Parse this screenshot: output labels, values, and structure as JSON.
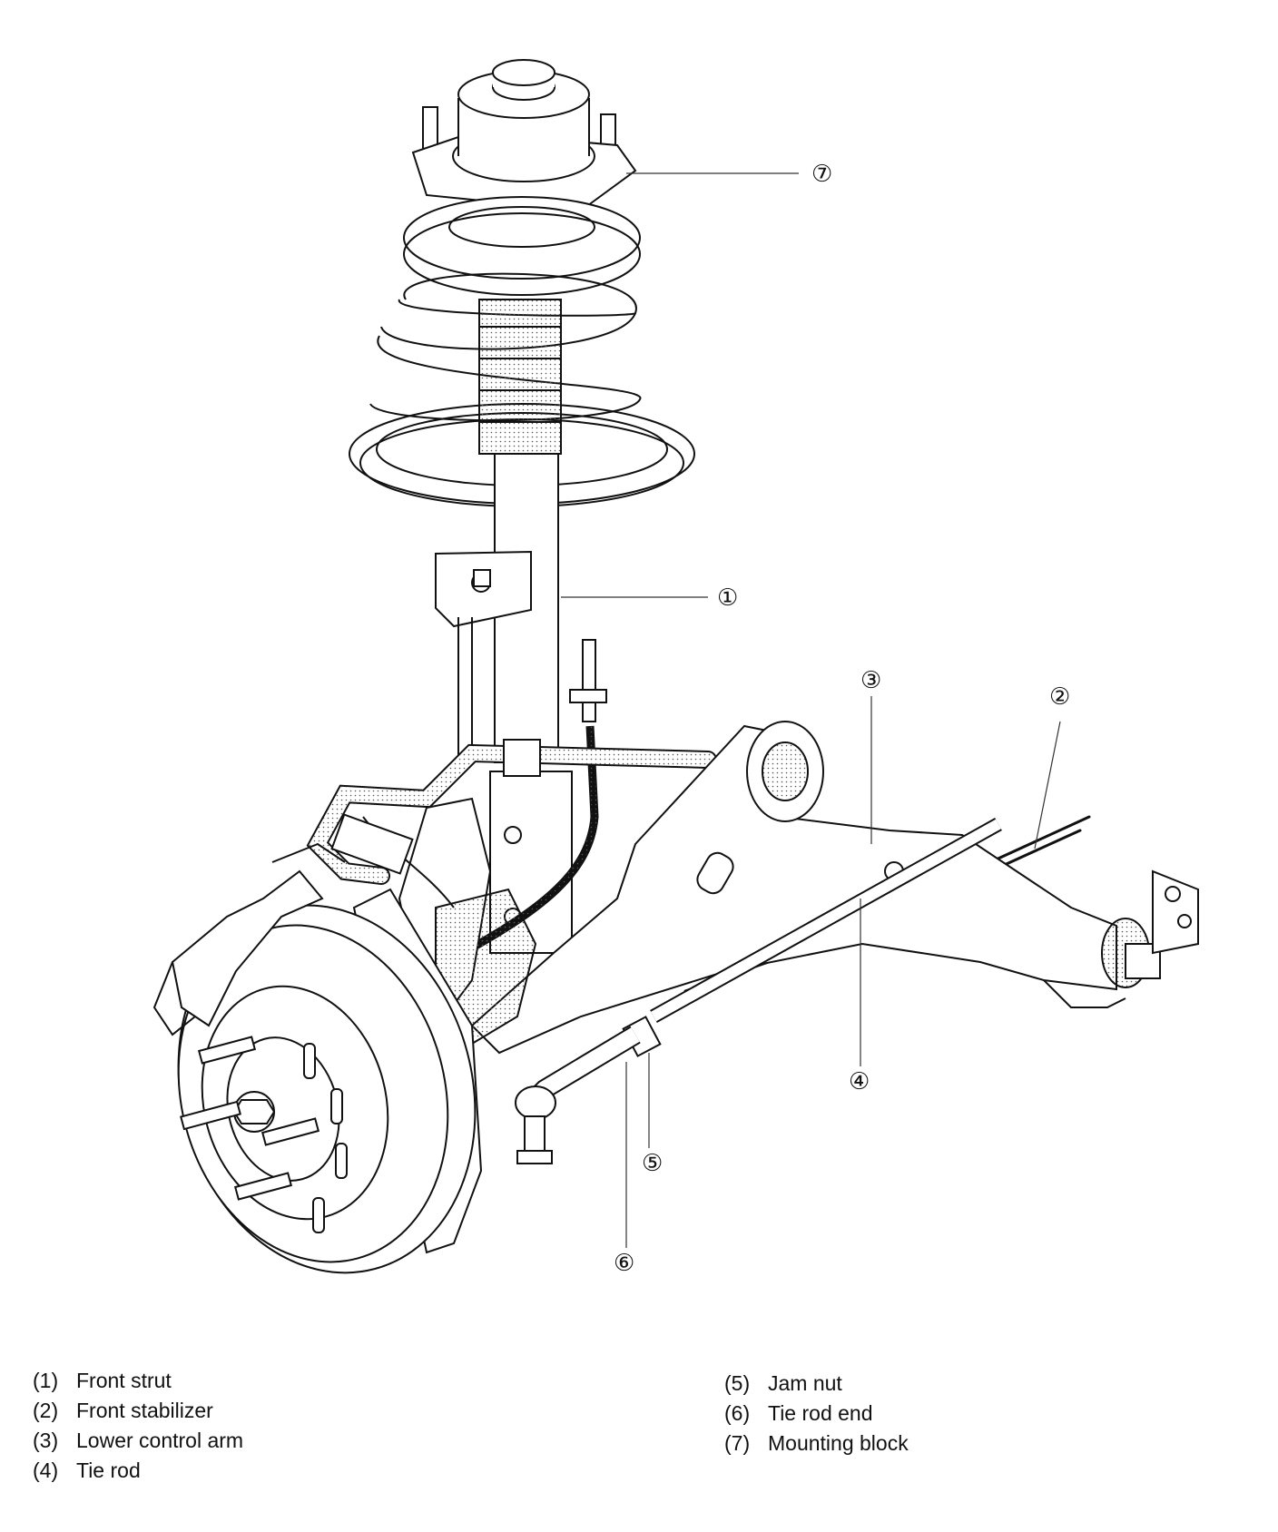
{
  "callouts": [
    {
      "id": "1",
      "label": "①"
    },
    {
      "id": "2",
      "label": "②"
    },
    {
      "id": "3",
      "label": "③"
    },
    {
      "id": "4",
      "label": "④"
    },
    {
      "id": "5",
      "label": "⑤"
    },
    {
      "id": "6",
      "label": "⑥"
    },
    {
      "id": "7",
      "label": "⑦"
    }
  ],
  "legend": {
    "left": [
      {
        "num": "(1)",
        "text": "Front strut"
      },
      {
        "num": "(2)",
        "text": "Front stabilizer"
      },
      {
        "num": "(3)",
        "text": "Lower control arm"
      },
      {
        "num": "(4)",
        "text": "Tie rod"
      }
    ],
    "right": [
      {
        "num": "(5)",
        "text": "Jam nut"
      },
      {
        "num": "(6)",
        "text": "Tie rod end"
      },
      {
        "num": "(7)",
        "text": "Mounting block"
      }
    ]
  }
}
